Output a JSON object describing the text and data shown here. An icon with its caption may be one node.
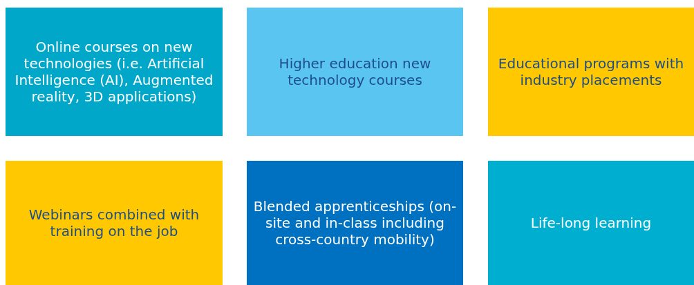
{
  "diagram": {
    "nodes": [
      {
        "text": [
          "Online courses on new technologies (i.e. Artificial Intelligence (AI), Augmented reality, 3D applications)"
        ]
      },
      {
        "text": [
          "Higher education new technology courses"
        ]
      },
      {
        "text": [
          "Educational programs with industry placements"
        ]
      },
      {
        "text": [
          "Webinars combined with training on the job"
        ]
      },
      {
        "text": [
          "Blended apprenticeships (on-site and in-class including cross-country mobility)"
        ]
      },
      {
        "text": [
          "Life-long learning"
        ]
      }
    ]
  }
}
